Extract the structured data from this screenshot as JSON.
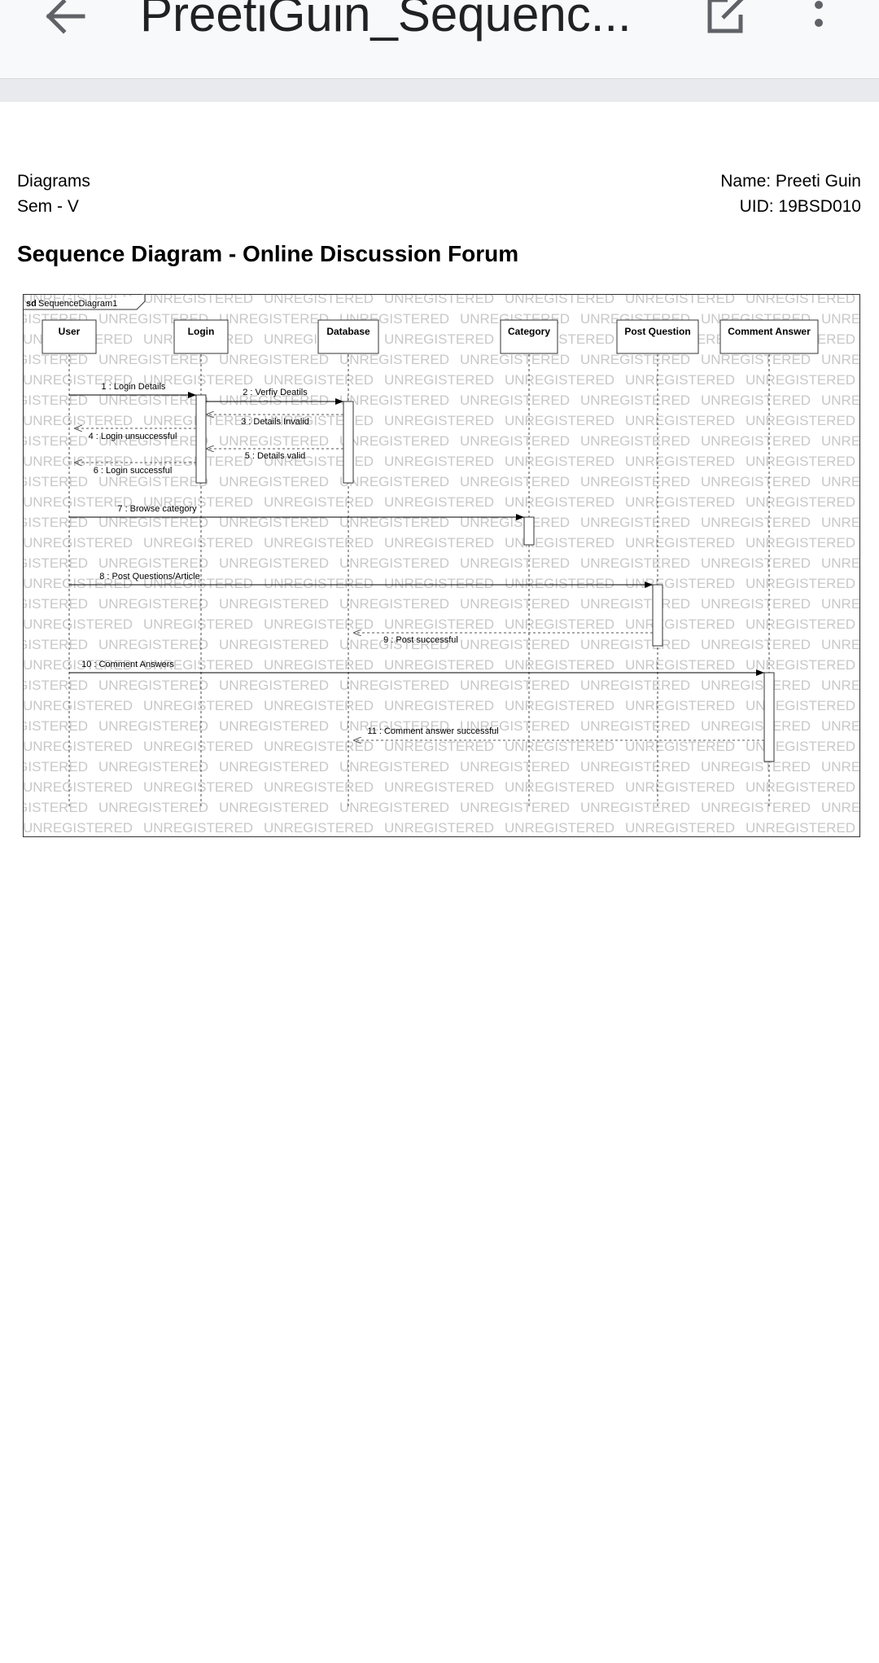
{
  "appbar": {
    "title": "PreetiGuin_Sequenc...",
    "back_icon": "arrow-back-icon",
    "edit_icon": "open-in-new-icon",
    "more_icon": "more-vert-icon"
  },
  "document": {
    "header_left_1": "Diagrams",
    "header_left_2": "Sem - V",
    "header_right_1": "Name: Preeti Guin",
    "header_right_2": "UID: 19BSD010",
    "title": "Sequence Diagram - Online Discussion Forum"
  },
  "diagram": {
    "frame_keyword": "sd",
    "frame_name": "SequenceDiagram1",
    "watermark": "UNREGISTERED",
    "lifelines": [
      "User",
      "Login",
      "Database",
      "Category",
      "Post Question",
      "Comment Answer"
    ],
    "messages": [
      {
        "label": "1 : Login Details",
        "from": 0,
        "to": 1,
        "kind": "sync"
      },
      {
        "label": "2 : Verfiy Deatils",
        "from": 1,
        "to": 2,
        "kind": "sync"
      },
      {
        "label": "3 : Details Invalid",
        "from": 2,
        "to": 1,
        "kind": "return"
      },
      {
        "label": "4 : Login unsuccessful",
        "from": 1,
        "to": 0,
        "kind": "return"
      },
      {
        "label": "5 : Details valid",
        "from": 2,
        "to": 1,
        "kind": "return"
      },
      {
        "label": "6 : Login successful",
        "from": 1,
        "to": 0,
        "kind": "return"
      },
      {
        "label": "7 : Browse category",
        "from": 0,
        "to": 3,
        "kind": "sync"
      },
      {
        "label": "8 : Post Questions/Article",
        "from": 0,
        "to": 4,
        "kind": "sync"
      },
      {
        "label": "9 : Post successful",
        "from": 4,
        "to": 2,
        "kind": "return"
      },
      {
        "label": "10 : Comment Answers",
        "from": 0,
        "to": 5,
        "kind": "sync"
      },
      {
        "label": "11 : Comment answer successful",
        "from": 5,
        "to": 2,
        "kind": "return"
      }
    ]
  }
}
